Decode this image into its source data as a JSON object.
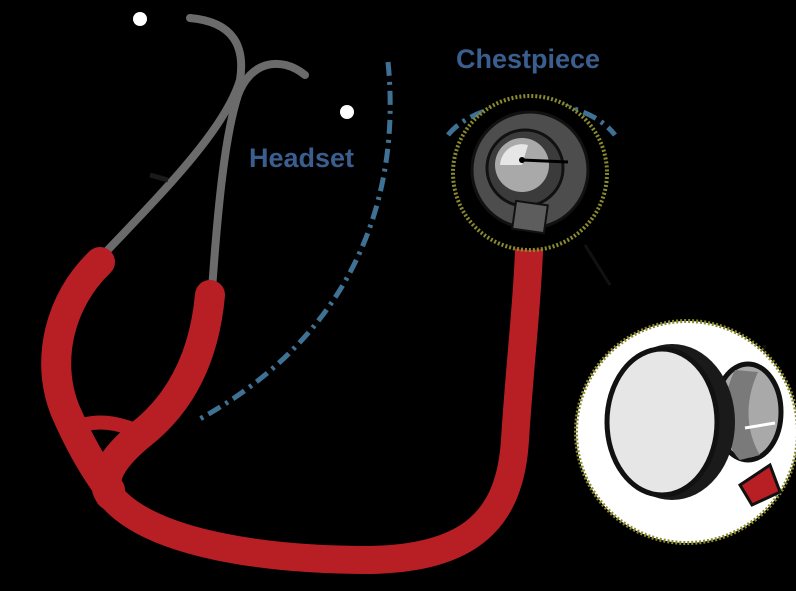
{
  "labels": {
    "headset": "Headset",
    "chestpiece": "Chestpiece"
  },
  "colors": {
    "background": "#000000",
    "tubing": "#b81f25",
    "tubing_dark": "#8e161b",
    "ear_tube": "#6b6b6b",
    "label_blue": "#3a5f8f",
    "dash_blue": "#3f7194",
    "ring_olive": "#8a8a2e",
    "disc_light": "#e6e6e6",
    "disc_mid": "#a9a9a9",
    "disc_dark": "#5d5d5d"
  },
  "icons": [
    "stethoscope-diagram"
  ]
}
